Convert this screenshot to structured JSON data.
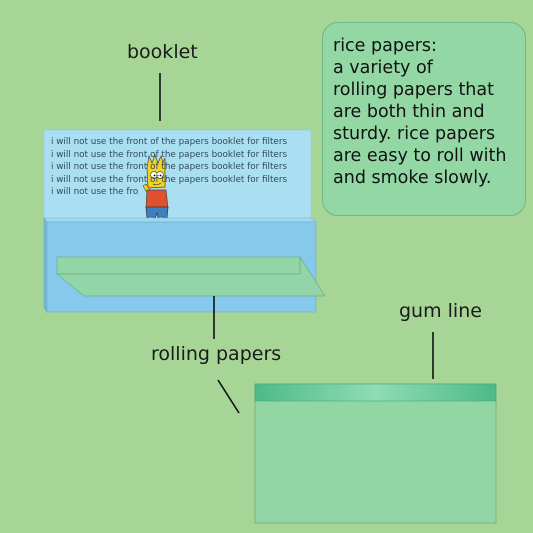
{
  "labels": {
    "booklet": "booklet",
    "rolling_papers": "rolling papers",
    "gum_line": "gum line"
  },
  "callout": {
    "lines": [
      "rice papers:",
      "a variety of",
      "rolling papers that",
      "are both thin and",
      "sturdy. rice papers",
      "are easy to roll with",
      "and smoke slowly."
    ]
  },
  "booklet_text": {
    "lines": [
      "i will not use the front of the papers booklet for filters",
      "i will not use the front of the papers booklet for filters",
      "i will not use the front of the papers booklet for filters",
      "i will not use the front of the papers booklet for filters",
      "i will not use the fro"
    ]
  },
  "colors": {
    "background": "#a6d596",
    "booklet_back": "#aadff2",
    "booklet_front": "#86c9ec",
    "paper": "#93d6a6",
    "gum_strip": "#57bf8d"
  },
  "icons": {
    "character": "cartoon-boy-figure"
  }
}
